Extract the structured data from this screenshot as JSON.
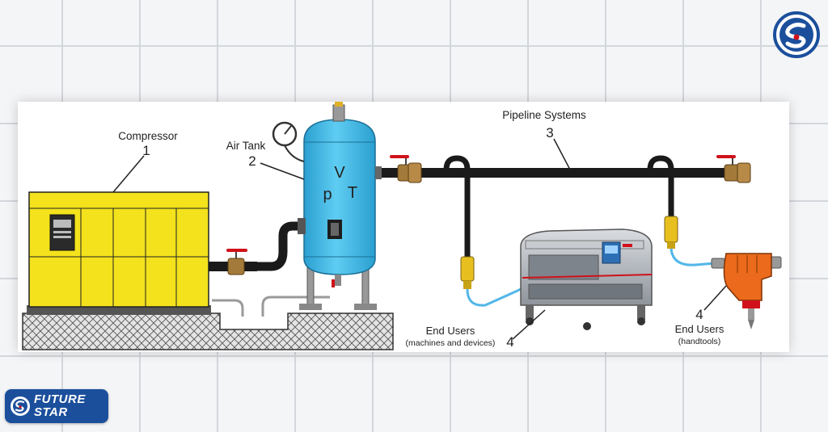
{
  "labels": {
    "compressor": {
      "name": "Compressor",
      "number": "1"
    },
    "air_tank": {
      "name": "Air Tank",
      "number": "2"
    },
    "tank_symbols": {
      "v": "V",
      "p": "p",
      "t": "T"
    },
    "pipeline": {
      "name": "Pipeline Systems",
      "number": "3"
    },
    "end_users_machines": {
      "name": "End Users",
      "detail": "(machines and devices)",
      "number": "4"
    },
    "end_users_handtools": {
      "name": "End Users",
      "detail": "(handtools)",
      "number": "4"
    }
  },
  "brand": {
    "line1": "FUTURE",
    "line2": "STAR"
  },
  "colors": {
    "compressor": "#f3e21c",
    "tank": "#3eb8e6",
    "pipe": "#1a1a1a",
    "valve": "#d0111a",
    "hose": "#52b7e8",
    "brand_blue": "#1b4f9c",
    "tool": "#ec6a1c"
  },
  "icons": {
    "corner_logo": "future-star-emblem-icon",
    "pressure_gauge": "pressure-gauge-icon"
  }
}
